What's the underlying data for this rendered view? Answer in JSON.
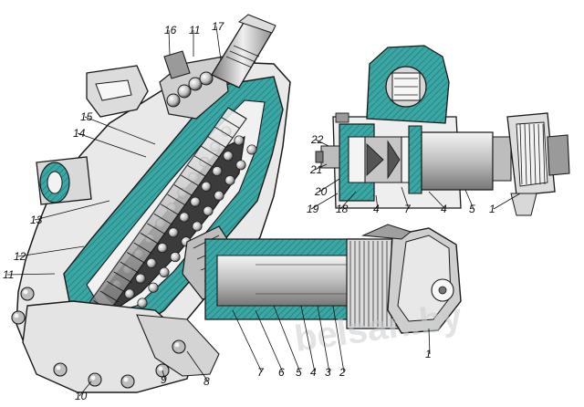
{
  "diagram": {
    "callouts_main": [
      "16",
      "11",
      "17",
      "15",
      "14",
      "13",
      "12",
      "11",
      "10",
      "9",
      "8",
      "7",
      "6",
      "5",
      "4",
      "3",
      "2",
      "1"
    ],
    "callouts_inset": [
      "22",
      "21",
      "20",
      "19",
      "18",
      "4",
      "7",
      "4",
      "5",
      "1"
    ],
    "watermark": "belsan.by",
    "colors": {
      "section_fill": "#3aa7a4",
      "outline": "#1a1a1a",
      "metal_light": "#e6e6e6",
      "metal_mid": "#bdbdbd",
      "metal_dark": "#7a7a7a",
      "background": "#ffffff"
    }
  }
}
